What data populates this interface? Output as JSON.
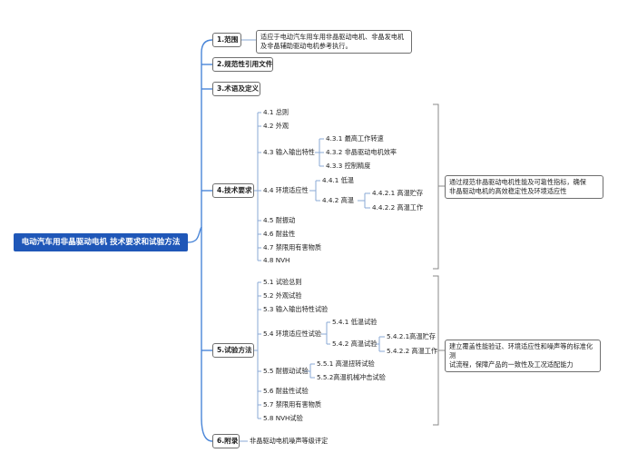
{
  "root": "电动汽车用非晶驱动电机 技术要求和试验方法",
  "s1": {
    "label": "1.范围",
    "note_lines": [
      "适应于电动汽车用车用非晶驱动电机、非晶发电机",
      "及非晶辅助驱动电机参考执行。"
    ]
  },
  "s2": {
    "label": "2.规范性引用文件"
  },
  "s3": {
    "label": "3.术语及定义"
  },
  "s4": {
    "label": "4.技术要求",
    "items": {
      "i41": "4.1 总则",
      "i42": "4.2 外观",
      "i43": "4.3 输入输出特性",
      "i44": "4.4 环境适应性",
      "i45": "4.5 耐振动",
      "i46": "4.6 耐盐性",
      "i47": "4.7 禁限用有害物质",
      "i48": "4.8 NVH"
    },
    "sub43": {
      "a": "4.3.1 最高工作转速",
      "b": "4.3.2 非晶驱动电机效率",
      "c": "4.3.3 控制精度"
    },
    "sub44": {
      "a": "4.4.1 低温",
      "b": "4.4.2 高温"
    },
    "sub442": {
      "a": "4.4.2.1 高温贮存",
      "b": "4.4.2.2 高温工作"
    },
    "note_lines": [
      "通过规范非晶驱动电机性能及可靠性指标，确保",
      "非晶驱动电机的高效稳定性及环境适应性"
    ]
  },
  "s5": {
    "label": "5.试验方法",
    "items": {
      "i51": "5.1 试验总则",
      "i52": "5.2 外观试验",
      "i53": "5.3 输入输出特性试验",
      "i54": "5.4 环境适应性试验",
      "i55": "5.5 耐振动试验",
      "i56": "5.6 耐盐性试验",
      "i57": "5.7 禁限用有害物质",
      "i58": "5.8 NVH试验"
    },
    "sub54": {
      "a": "5.4.1 低温试验",
      "b": "5.4.2  高温试验"
    },
    "sub542": {
      "a": "5.4.2.1高温贮存",
      "b": "5.4.2.2 高温工作"
    },
    "sub55": {
      "a": "5.5.1 高温扭转试验",
      "b": "5.5.2高温机械冲击试验"
    },
    "note_lines": [
      "建立覆盖性能验证、环境适应性和噪声等的标准化测",
      "试流程，保障产品的一致性及工况适配能力"
    ]
  },
  "s6": {
    "label": "6.附录",
    "child": "非晶驱动电机噪声等级评定"
  },
  "colors": {
    "root_bg": "#1f57b8",
    "line": "#4a86d8",
    "bracket": "#888888"
  }
}
